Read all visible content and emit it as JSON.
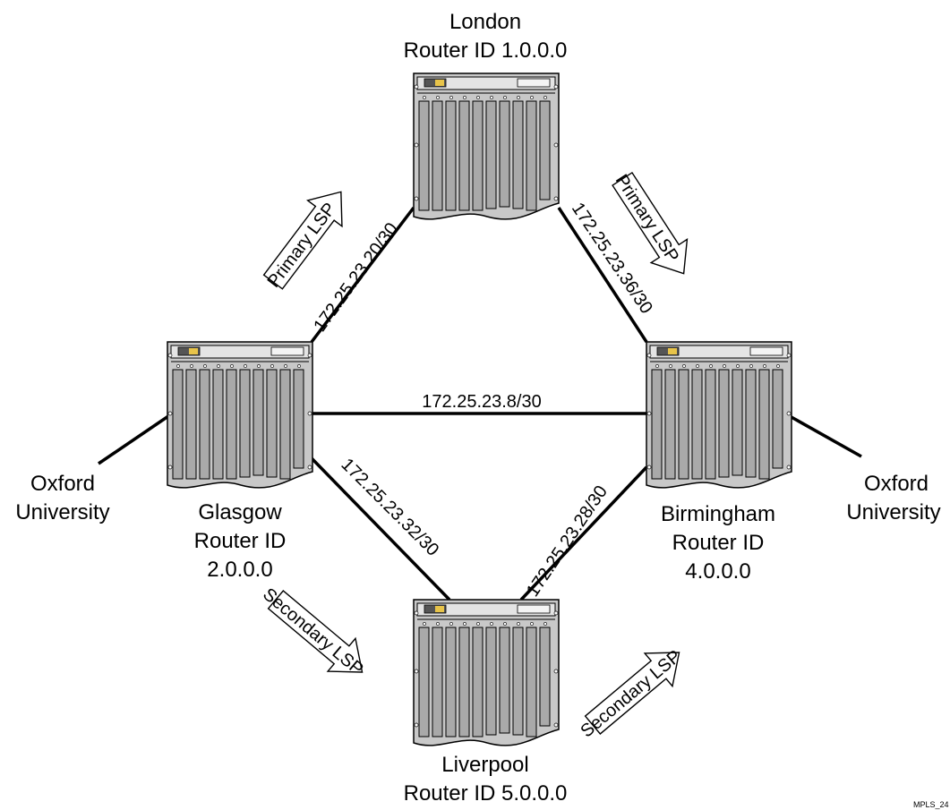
{
  "routers": {
    "london": {
      "name": "London",
      "rid": "Router ID 1.0.0.0"
    },
    "glasgow": {
      "name": "Glasgow",
      "rid_label": "Router ID",
      "rid": "2.0.0.0"
    },
    "birmingham": {
      "name": "Birmingham",
      "rid_label": "Router ID",
      "rid": "4.0.0.0"
    },
    "liverpool": {
      "name": "Liverpool",
      "rid": "Router ID 5.0.0.0"
    }
  },
  "sites": {
    "left": {
      "line1": "Oxford",
      "line2": "University"
    },
    "right": {
      "line1": "Oxford",
      "line2": "University"
    }
  },
  "links": {
    "glasgow_london": "172.25.23.20/30",
    "london_birmingham": "172.25.23.36/30",
    "glasgow_birmingham": "172.25.23.8/30",
    "glasgow_liverpool": "172.25.23.32/30",
    "liverpool_birmingham": "172.25.23.28/30"
  },
  "lsps": {
    "primary_left": "Primary LSP",
    "primary_right": "Primary LSP",
    "secondary_left": "Secondary LSP",
    "secondary_right": "Secondary LSP"
  },
  "figure_tag": "MPLS_24"
}
